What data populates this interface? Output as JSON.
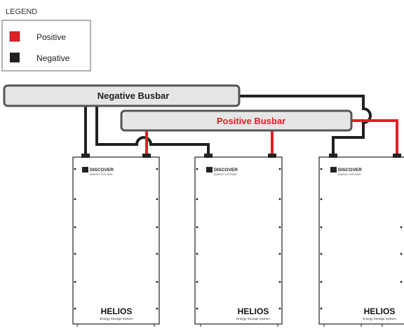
{
  "legend": {
    "title": "LEGEND",
    "items": [
      {
        "label": "Positive",
        "color": "#e41e26"
      },
      {
        "label": "Negative",
        "color": "#231f20"
      }
    ]
  },
  "busbars": {
    "negative": {
      "label": "Negative Busbar",
      "text_color": "#231f20"
    },
    "positive": {
      "label": "Positive Busbar",
      "text_color": "#e41e26"
    }
  },
  "batteries": [
    {
      "brand": "DISCOVER",
      "brand_sub": "ENERGY SYSTEMS",
      "model": "HELIOS",
      "subtitle": "Energy Storage System"
    },
    {
      "brand": "DISCOVER",
      "brand_sub": "ENERGY SYSTEMS",
      "model": "HELIOS",
      "subtitle": "Energy Storage System"
    },
    {
      "brand": "DISCOVER",
      "brand_sub": "ENERGY SYSTEMS",
      "model": "HELIOS",
      "subtitle": "Energy Storage System"
    }
  ],
  "colors": {
    "positive": "#e41e26",
    "negative": "#231f20",
    "busbar_fill": "#e6e6e6",
    "busbar_stroke": "#555555"
  }
}
